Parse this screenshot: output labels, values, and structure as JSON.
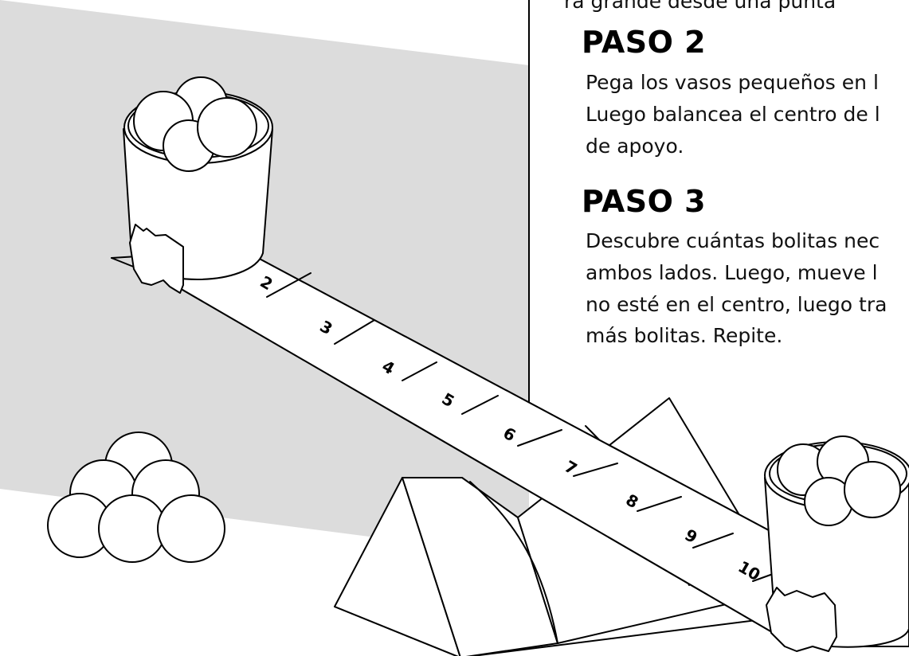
{
  "steps": [
    {
      "heading": "PASO 2",
      "lines": [
        "Pega los vasos pequeños en l",
        "Luego balancea el centro de l",
        "de apoyo."
      ]
    },
    {
      "heading": "PASO 3",
      "lines": [
        "Descubre cuántas bolitas nec",
        "ambos lados. Luego, mueve l",
        "no esté en el centro, luego tra",
        "más bolitas. Repite."
      ]
    }
  ],
  "ruler_numbers": [
    "2",
    "3",
    "4",
    "5",
    "6",
    "7",
    "8",
    "9",
    "10"
  ],
  "colors": {
    "wall": "#dcdcdc",
    "line": "#000000",
    "paper": "#ffffff"
  }
}
